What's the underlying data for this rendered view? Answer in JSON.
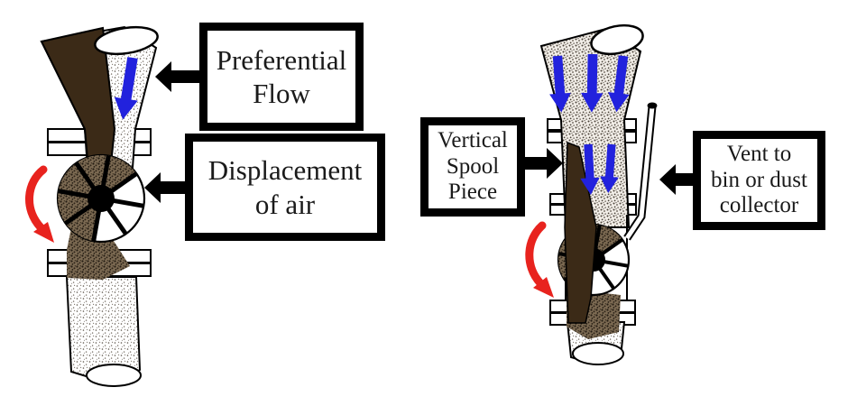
{
  "figure": {
    "description_left": "rotary airlock valve with preferential flow",
    "description_right": "rotary airlock valve with vertical spool piece and vent"
  },
  "boxes": {
    "preferential_flow": {
      "lines": [
        "Preferential",
        "Flow"
      ]
    },
    "displacement_of_air": {
      "lines": [
        "Displacement",
        "of air"
      ]
    },
    "vertical_spool_piece": {
      "lines": [
        "Vertical",
        "Spool",
        "Piece"
      ]
    },
    "vent_to_bin": {
      "lines": [
        "Vent to",
        "bin or dust",
        "collector"
      ]
    }
  },
  "colors": {
    "diagram_outline": "#000000",
    "material_brown": "#3B2A17",
    "flow_arrow_blue": "#2222DD",
    "rotation_arrow_red": "#E8231E",
    "label_text": "#1A1A1A",
    "background": "#FFFFFF"
  }
}
